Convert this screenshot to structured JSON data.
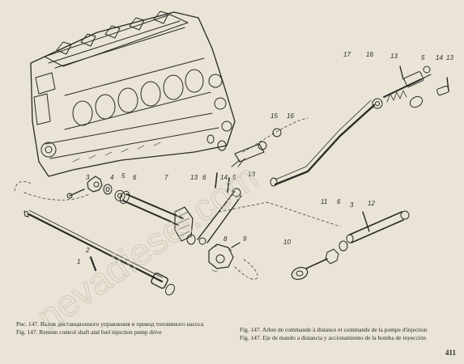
{
  "captions": {
    "left": {
      "ru": "Рис. 147. Валик дистанционного управления и привод топливного насоса",
      "en": "Fig. 147. Remote control shaft and fuel injection pump drive"
    },
    "right": {
      "fr": "Fig. 147. Arbre de commande à distance et commande de la pompe d'injection",
      "es": "Fig. 147. Eje de mando a distancia y accionamiento de la bomba de inyección"
    }
  },
  "page_number": "411",
  "watermark": "nevadiesel.com",
  "part_numbers": [
    "17",
    "16",
    "13",
    "5",
    "14",
    "13",
    "15",
    "16",
    "14",
    "5",
    "13",
    "7",
    "13",
    "6",
    "3",
    "4",
    "5",
    "6",
    "2",
    "1",
    "11",
    "6",
    "3",
    "12",
    "10",
    "9",
    "8"
  ]
}
